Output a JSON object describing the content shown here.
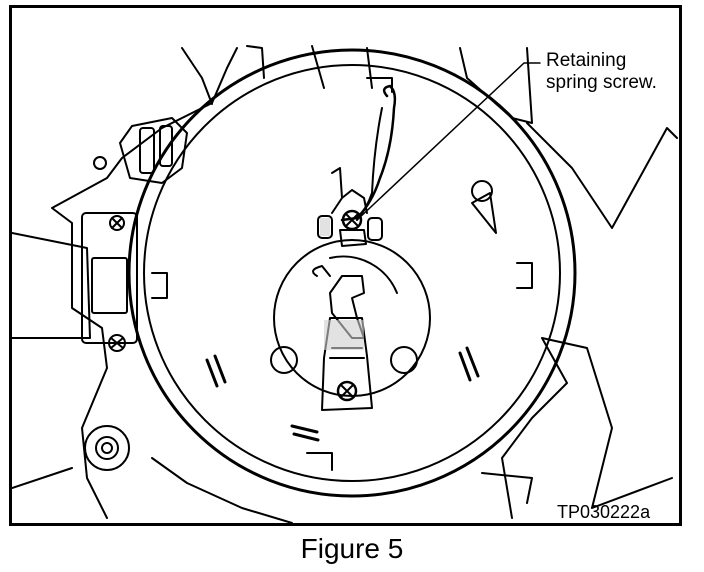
{
  "figure": {
    "caption": "Figure 5",
    "code": "TP030222a",
    "callout": {
      "line1": "Retaining",
      "line2": "spring screw."
    }
  },
  "colors": {
    "ink": "#000000",
    "paper": "#ffffff",
    "shade": "#cfcfcf"
  }
}
